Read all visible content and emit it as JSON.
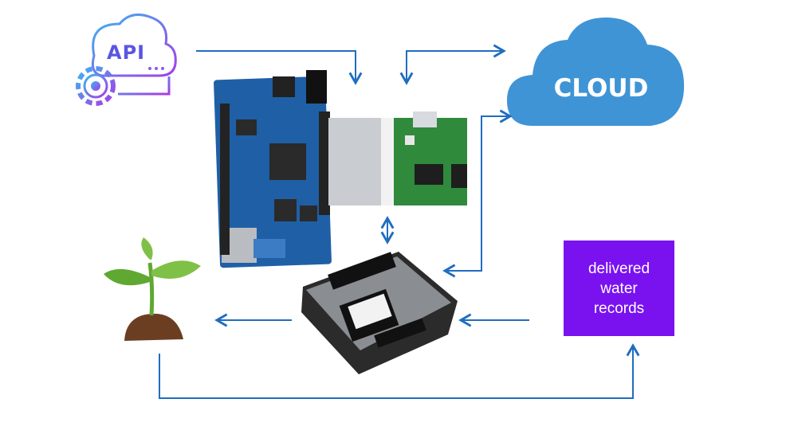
{
  "diagram": {
    "api_label": "API",
    "cloud_label": "CLOUD",
    "records_label": "delivered\nwater\nrecords",
    "colors": {
      "arrow": "#1f6dbf",
      "cloud": "#3f94d6",
      "records_box": "#7a12f0",
      "api_gradient_start": "#39b6f0",
      "api_gradient_end": "#a83be6",
      "board_fpga": "#1f5fa6",
      "board_shield": "#2f8a3c",
      "board_wifi": "#2b2b2b"
    },
    "icons": [
      "api-gear-icon",
      "cloud-icon",
      "plant-icon",
      "fpga-board-image",
      "gpio-shield-image",
      "wifi-module-image"
    ]
  }
}
